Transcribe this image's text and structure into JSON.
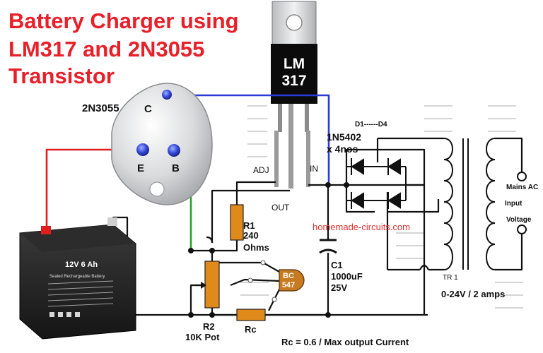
{
  "title": {
    "line1": "Battery Charger using",
    "line2": "LM317 and 2N3055",
    "line3": "Transistor"
  },
  "regulator": {
    "line1": "LM",
    "line2": "317",
    "pin_adj": "ADJ",
    "pin_out": "OUT",
    "pin_in": "IN"
  },
  "transistor": {
    "name": "2N3055",
    "pin_c": "C",
    "pin_e": "E",
    "pin_b": "B"
  },
  "battery": {
    "label": "12V 6 Ah",
    "fine_print": "Sealed Rechargeable Battery"
  },
  "rectifier": {
    "range": "D1------D4",
    "part": "1N5402",
    "qty": "x 4nos"
  },
  "r1": {
    "name": "R1",
    "value": "240",
    "unit": "Ohms"
  },
  "c1": {
    "name": "C1",
    "value": "1000uF",
    "voltage": "25V"
  },
  "bc547": {
    "line1": "BC",
    "line2": "547"
  },
  "r2": {
    "name": "R2",
    "value": "10K Pot"
  },
  "rc": {
    "name": "Rc",
    "formula": "Rc = 0.6 / Max output Current"
  },
  "transformer": {
    "name": "TR 1",
    "rating": "0-24V / 2 amps"
  },
  "mains": {
    "line1": "Mains AC",
    "line2": "Input",
    "line3": "Voltage"
  },
  "watermark": "homemade-circuits.com",
  "colors": {
    "title": "#e8202a",
    "wire": "#111111",
    "blue_wire": "#2b3bd8",
    "red_wire": "#e01e1e",
    "green_wire": "#2aa02a",
    "resistor": "#e08a1c",
    "bc547": "#c87a20",
    "watermark": "#e33030"
  }
}
